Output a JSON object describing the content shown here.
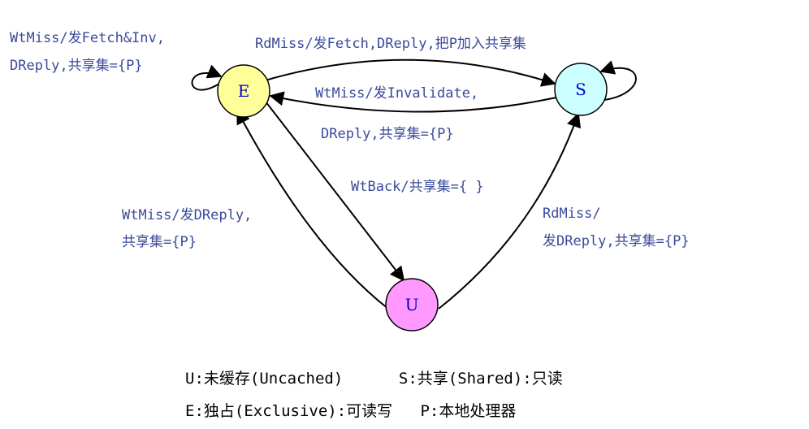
{
  "colors": {
    "label_text": "#3a4a9a",
    "state_text": "#0000cc",
    "edge": "#000000",
    "legend_text": "#000000",
    "state_E_fill": "#ffff99",
    "state_S_fill": "#ccffff",
    "state_U_fill": "#ff99ff"
  },
  "states": {
    "E": "E",
    "S": "S",
    "U": "U"
  },
  "transitions": {
    "e_self": [
      "WtMiss/发Fetch&Inv,",
      "DReply,共享集={P}"
    ],
    "e_to_s": "RdMiss/发Fetch,DReply,把P加入共享集",
    "s_to_e": [
      "WtMiss/发Invalidate,",
      "DReply,共享集={P}"
    ],
    "e_to_u": "WtBack/共享集={ }",
    "u_to_e": [
      "WtMiss/发DReply,",
      "共享集={P}"
    ],
    "u_to_s": [
      "RdMiss/",
      "发DReply,共享集={P}"
    ]
  },
  "legend": {
    "row1": "U:未缓存(Uncached)      S:共享(Shared):只读",
    "row2": "E:独占(Exclusive):可读写   P:本地处理器"
  }
}
